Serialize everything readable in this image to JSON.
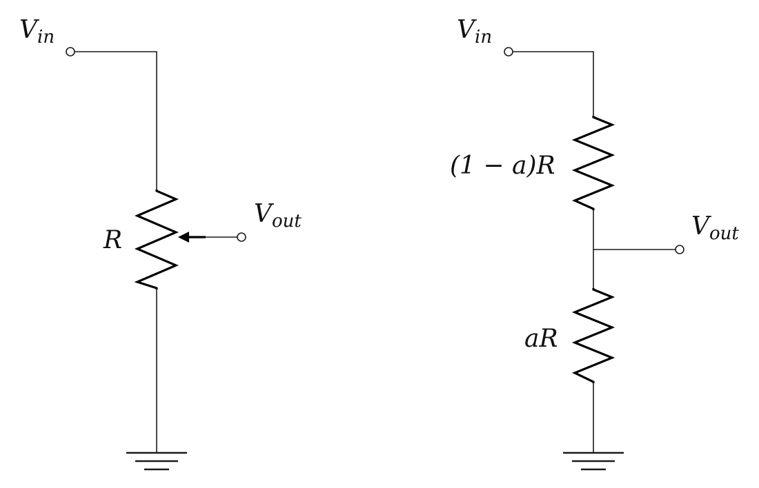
{
  "diagram": {
    "left": {
      "vin": {
        "main": "V",
        "sub": "in"
      },
      "vout": {
        "main": "V",
        "sub": "out"
      },
      "resistor": "R"
    },
    "right": {
      "vin": {
        "main": "V",
        "sub": "in"
      },
      "vout": {
        "main": "V",
        "sub": "out"
      },
      "upper_resistor": "(1 − a)R",
      "lower_resistor": "aR"
    }
  }
}
